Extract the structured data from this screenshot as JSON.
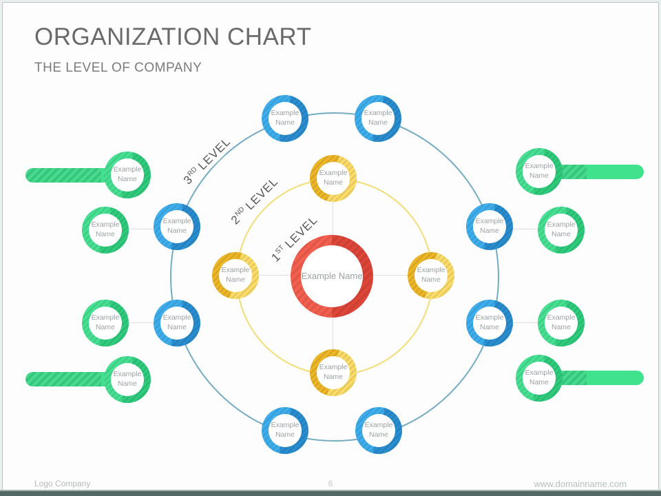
{
  "slide": {
    "title": "ORGANIZATION CHART",
    "subtitle": "THE LEVEL OF COMPANY"
  },
  "diagram": {
    "center": {
      "label": "Example Name"
    },
    "level_labels": [
      {
        "num": "1",
        "ord": "ST",
        "word": "LEVEL"
      },
      {
        "num": "2",
        "ord": "ND",
        "word": "LEVEL"
      },
      {
        "num": "3",
        "ord": "RD",
        "word": "LEVEL"
      }
    ],
    "ring2_nodes": [
      {
        "label": "Example Name"
      },
      {
        "label": "Example Name"
      },
      {
        "label": "Example Name"
      },
      {
        "label": "Example Name"
      }
    ],
    "ring3_nodes": [
      {
        "label": "Example Name"
      },
      {
        "label": "Example Name"
      },
      {
        "label": "Example Name"
      },
      {
        "label": "Example Name"
      },
      {
        "label": "Example Name"
      },
      {
        "label": "Example Name"
      },
      {
        "label": "Example Name"
      },
      {
        "label": "Example Name"
      }
    ],
    "outer_green_nodes": [
      {
        "label": "Example Name"
      },
      {
        "label": "Example Name"
      },
      {
        "label": "Example Name"
      },
      {
        "label": "Example Name"
      }
    ],
    "edge_green_nodes": [
      {
        "label": "Example Name"
      },
      {
        "label": "Example Name"
      },
      {
        "label": "Example Name"
      },
      {
        "label": "Example Name"
      }
    ]
  },
  "footer": {
    "logo_text": "Logo Company",
    "page_number": "6",
    "website": "www.domainname.com"
  },
  "colors": {
    "blue": "#35a7e8",
    "green": "#3fdf8d",
    "yellow": "#ffd34e",
    "red": "#f25c4e",
    "arc_blue": "#74abc4",
    "arc_yellow": "#f2dd77",
    "footer_bar": "#546866"
  }
}
